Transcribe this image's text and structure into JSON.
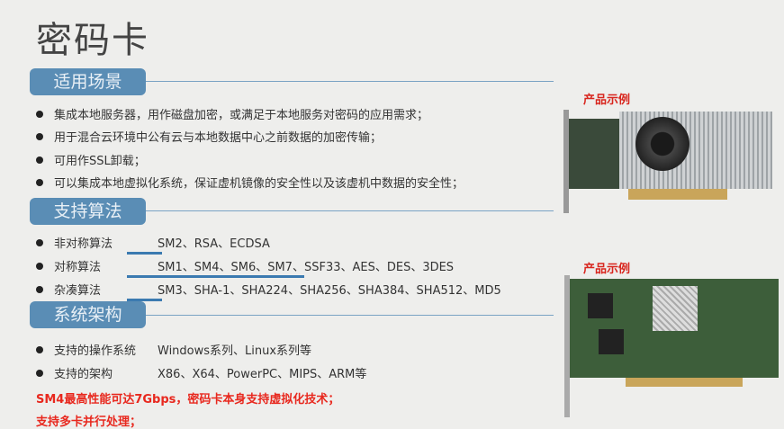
{
  "title": "密码卡",
  "sections": [
    {
      "header": "适用场景",
      "items": [
        "集成本地服务器，用作磁盘加密，或满足于本地服务对密码的应用需求；",
        "用于混合云环境中公有云与本地数据中心之前数据的加密传输；",
        "可用作SSL卸载；",
        "可以集成本地虚拟化系统，保证虚机镜像的安全性以及该虚机中数据的安全性；"
      ]
    },
    {
      "header": "支持算法",
      "rows": [
        {
          "label": "非对称算法",
          "value": "SM2、RSA、ECDSA"
        },
        {
          "label": "对称算法",
          "value": "SM1、SM4、SM6、SM7、SSF33、AES、DES、3DES"
        },
        {
          "label": "杂凑算法",
          "value": "SM3、SHA-1、SHA224、SHA256、SHA384、SHA512、MD5"
        }
      ]
    },
    {
      "header": "系统架构",
      "rows": [
        {
          "label": "支持的操作系统",
          "value": "Windows系列、Linux系列等"
        },
        {
          "label": "支持的架构",
          "value": "X86、X64、PowerPC、MIPS、ARM等"
        }
      ]
    }
  ],
  "notes": [
    "SM4最高性能可达7Gbps，密码卡本身支持虚拟化技术；",
    "支持多卡并行处理；"
  ],
  "products": [
    "产品示例",
    "产品示例"
  ]
}
